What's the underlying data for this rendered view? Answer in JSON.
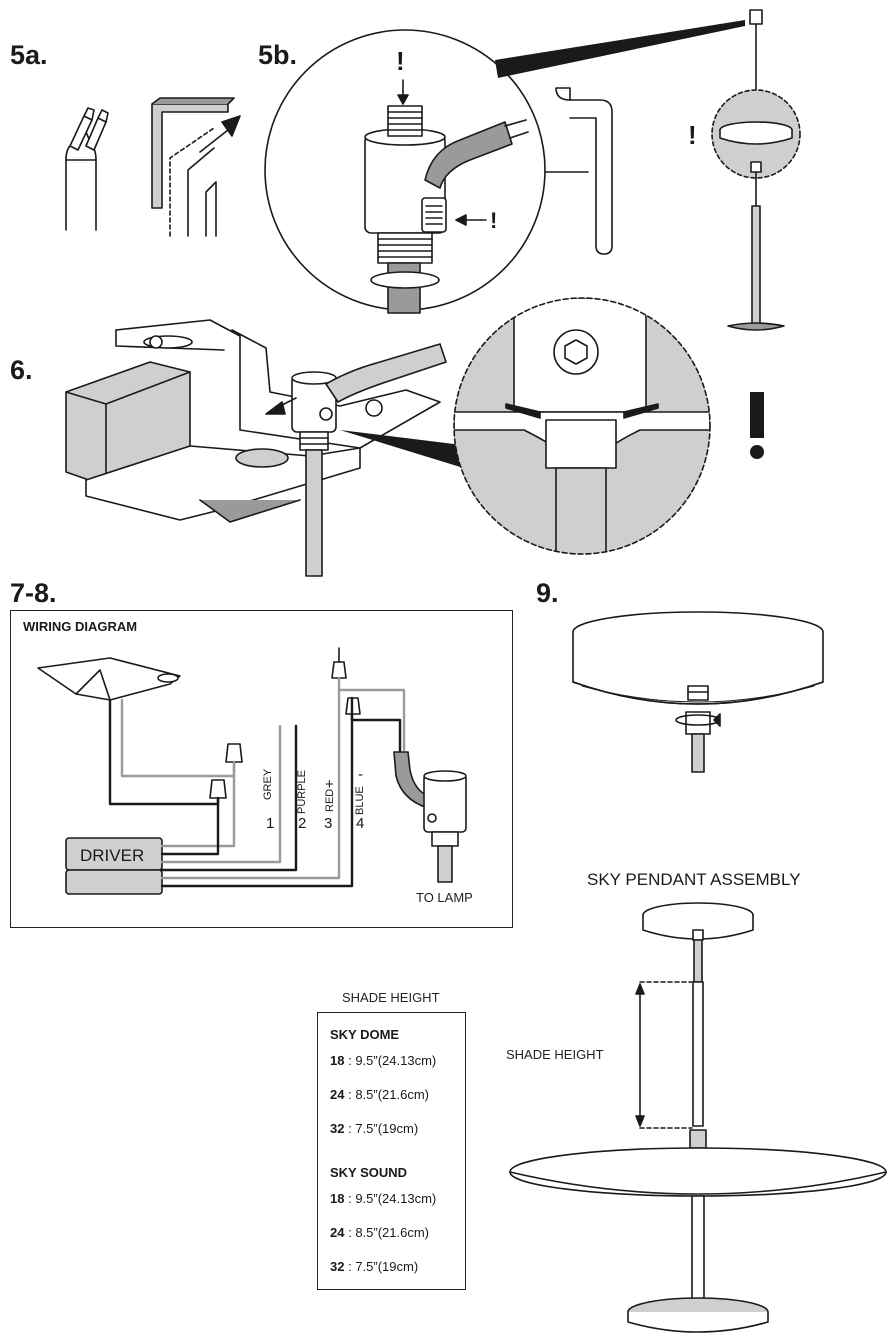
{
  "steps": {
    "s5a": "5a.",
    "s5b": "5b.",
    "s6": "6.",
    "s78": "7-8.",
    "s9": "9."
  },
  "warnings": {
    "mark": "!"
  },
  "wiring": {
    "title": "WIRING DIAGRAM",
    "driver": "DRIVER",
    "to_lamp": "TO LAMP",
    "wires": [
      {
        "name": "GREY",
        "num": "1"
      },
      {
        "name": "PURPLE",
        "num": "2"
      },
      {
        "name": "RED",
        "sign": "+",
        "num": "3"
      },
      {
        "name": "BLUE",
        "sign": "-",
        "num": "4"
      }
    ]
  },
  "assembly": {
    "title": "SKY PENDANT ASSEMBLY",
    "shade_height_label": "SHADE HEIGHT"
  },
  "table": {
    "caption": "SHADE HEIGHT",
    "groups": [
      {
        "name": "SKY DOME",
        "rows": [
          {
            "size": "18",
            "value": ": 9.5”(24.13cm)"
          },
          {
            "size": "24",
            "value": ": 8.5”(21.6cm)"
          },
          {
            "size": "32",
            "value": ": 7.5”(19cm)"
          }
        ]
      },
      {
        "name": "SKY SOUND",
        "rows": [
          {
            "size": "18",
            "value": ": 9.5”(24.13cm)"
          },
          {
            "size": "24",
            "value": ": 8.5”(21.6cm)"
          },
          {
            "size": "32",
            "value": ": 7.5”(19cm)"
          }
        ]
      }
    ]
  },
  "colors": {
    "ink": "#1a1a1a",
    "grey_fill": "#cfcfcf",
    "dark_fill": "#9a9a9a"
  }
}
